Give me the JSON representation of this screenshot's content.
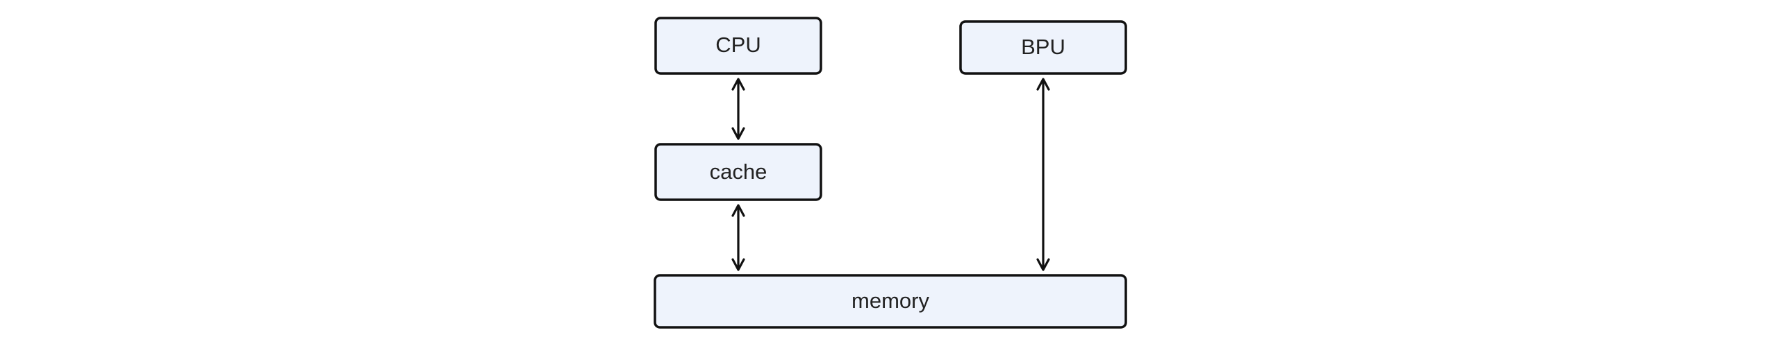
{
  "diagram": {
    "nodes": {
      "cpu": {
        "label": "CPU"
      },
      "bpu": {
        "label": "BPU"
      },
      "cache": {
        "label": "cache"
      },
      "memory": {
        "label": "memory"
      }
    },
    "edges": [
      {
        "from": "cpu",
        "to": "cache",
        "direction": "bidirectional"
      },
      {
        "from": "cache",
        "to": "memory",
        "direction": "bidirectional"
      },
      {
        "from": "bpu",
        "to": "memory",
        "direction": "bidirectional"
      }
    ],
    "colors": {
      "node_fill": "#eef3fc",
      "node_stroke": "#111111",
      "edge_stroke": "#111111",
      "text": "#222222",
      "background": "#ffffff"
    }
  }
}
